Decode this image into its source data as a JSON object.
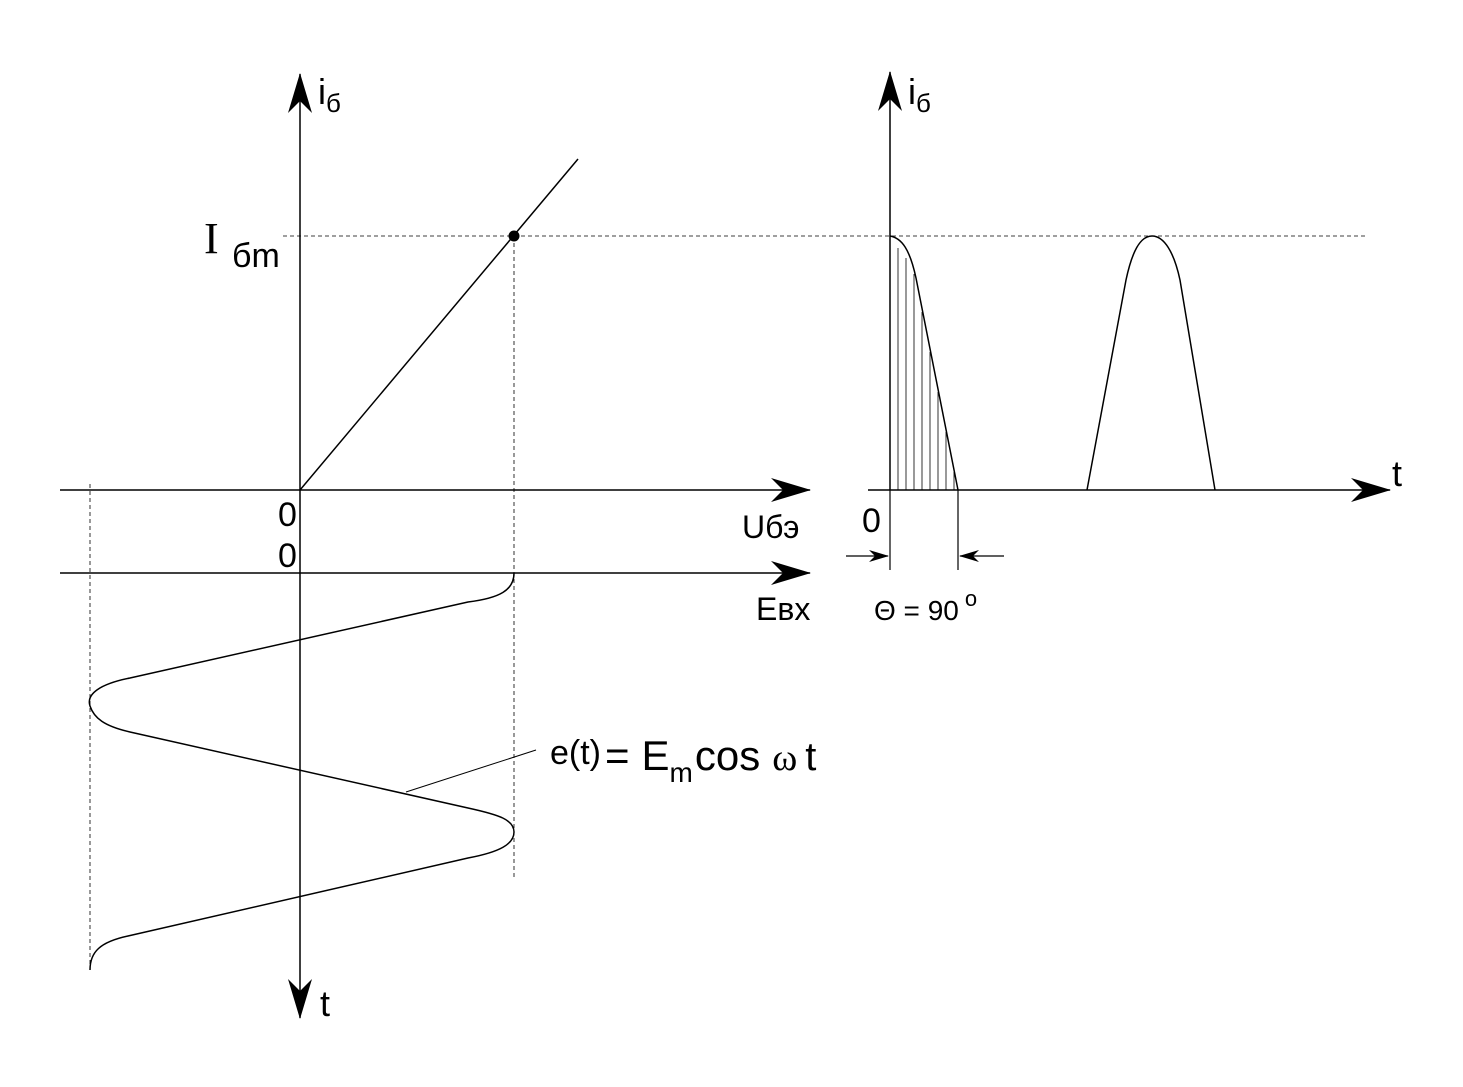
{
  "labels": {
    "ib_left": "i",
    "ib_left_sub": "б",
    "ib_right": "i",
    "ib_right_sub": "б",
    "ibm_main": "I",
    "ibm_sub": "бm",
    "zero_upper": "0",
    "zero_lower": "0",
    "zero_right": "0",
    "ube": "Uбэ",
    "evx": "Eвх",
    "t_right": "t",
    "t_bottom": "t",
    "theta": "Θ = 90",
    "theta_deg": "o",
    "formula_lhs": "e(t)",
    "formula_eq": "=",
    "formula_E": "E",
    "formula_m": "m",
    "formula_cos": "cos",
    "formula_omega": "ω",
    "formula_t": "t"
  },
  "colors": {
    "ink": "#000000",
    "background": "#ffffff"
  }
}
